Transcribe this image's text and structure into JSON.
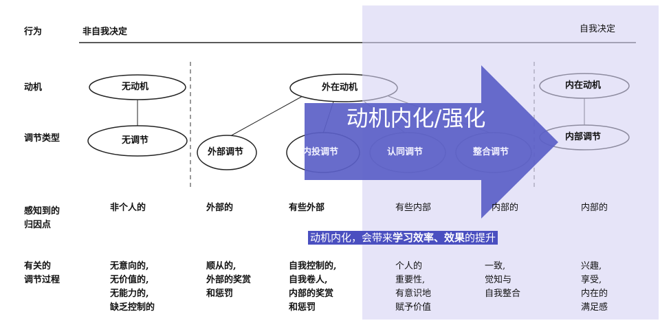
{
  "header": {
    "row_label": "行为",
    "left": "非自我决定",
    "right": "自我决定"
  },
  "rows": {
    "motivation": "动机",
    "regulation": "调节类型",
    "locus": "感知到的\n归因点",
    "process": "有关的\n调节过程"
  },
  "motivation": [
    "无动机",
    "外在动机",
    "内在动机"
  ],
  "regulation": [
    "无调节",
    "外部调节",
    "内投调节",
    "认同调节",
    "整合调节",
    "内部调节"
  ],
  "locus": [
    "非个人的",
    "外部的",
    "有些外部",
    "有些内部",
    "内部的",
    "内部的"
  ],
  "process": [
    "无意向的,\n无价值的,\n无能力的,\n缺乏控制的",
    "顺从的,\n外部的奖赏\n和惩罚",
    "自我控制的,\n自我卷人,\n内部的奖赏\n和惩罚",
    "个人的\n重要性,\n有意识地\n赋予价值",
    "一致,\n觉知与\n自我整合",
    "兴趣,\n享受,\n内在的\n满足感"
  ],
  "arrow": {
    "label": "动机内化/强化",
    "color": "#5b5fc7"
  },
  "caption": {
    "part1": "动机内化，会带来",
    "bold1": "学习效率、效果",
    "part2": "的提升"
  },
  "overlay_color": "#e6e4f7"
}
